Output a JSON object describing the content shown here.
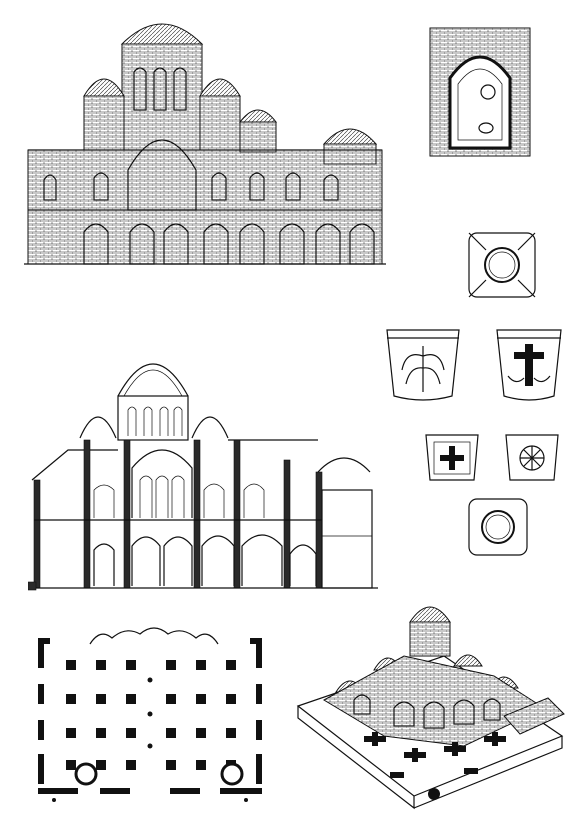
{
  "figures": [
    {
      "id": "facade-elevation",
      "kind": "elevation drawing"
    },
    {
      "id": "window-detail",
      "kind": "brickwork window detail"
    },
    {
      "id": "capital-top",
      "kind": "capital, plan view"
    },
    {
      "id": "capital-left",
      "kind": "capital with palmette"
    },
    {
      "id": "capital-right",
      "kind": "capital with cross"
    },
    {
      "id": "impost-left",
      "kind": "impost block with cross"
    },
    {
      "id": "impost-right",
      "kind": "impost block with rosette"
    },
    {
      "id": "capital-bottom",
      "kind": "capital, plan view"
    },
    {
      "id": "section",
      "kind": "longitudinal section"
    },
    {
      "id": "floor-plan",
      "kind": "ground plan"
    },
    {
      "id": "axonometric",
      "kind": "axonometric cutaway"
    }
  ],
  "colors": {
    "ink": "#111111",
    "paper": "#ffffff"
  }
}
